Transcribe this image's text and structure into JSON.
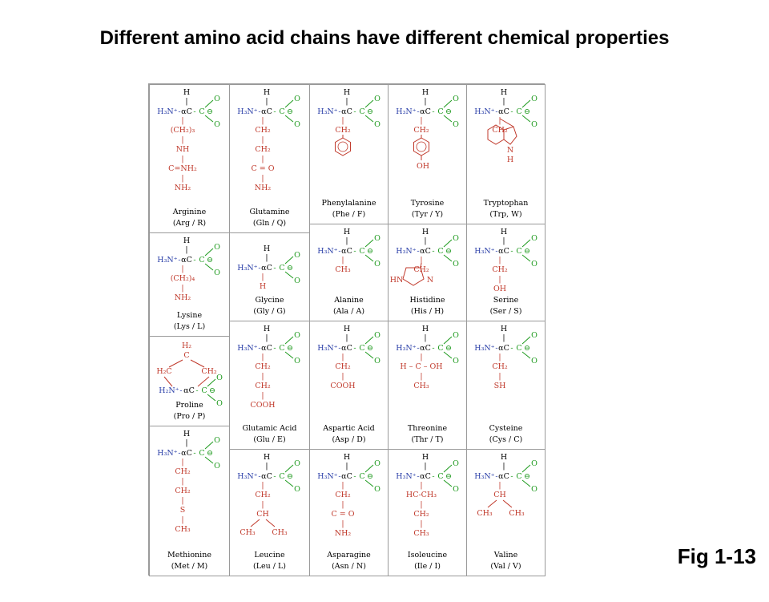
{
  "title": "Different amino acid chains have different chemical properties",
  "figure_label": "Fig 1-13",
  "backbone": {
    "h": "H",
    "bar": "|",
    "n": "H₃N⁺",
    "sep": " - ",
    "ca": "αC",
    "c": "C",
    "o": "O",
    "minus": "⊖"
  },
  "amino_acids": [
    {
      "name": "Arginine",
      "abbr": "(Arg / R)",
      "side": [
        "(CH₂)₃",
        "NH",
        "C=NH₂",
        "NH₂"
      ]
    },
    {
      "name": "Glutamine",
      "abbr": "(Gln / Q)",
      "side": [
        "CH₂",
        "CH₂",
        "C = O",
        "NH₂"
      ]
    },
    {
      "name": "Phenylalanine",
      "abbr": "(Phe / F)",
      "side": [
        "CH₂"
      ],
      "ring": "benzene"
    },
    {
      "name": "Tyrosine",
      "abbr": "(Tyr / Y)",
      "side": [
        "CH₂"
      ],
      "ring": "phenol",
      "ring_label": "OH"
    },
    {
      "name": "Tryptophan",
      "abbr": "(Trp, W)",
      "side": [
        "CH₂"
      ],
      "ring": "indole",
      "ring_label": "N",
      "ring_label2": "H"
    },
    {
      "name": "Lysine",
      "abbr": "(Lys / L)",
      "side": [
        "(CH₂)₄",
        "NH₂"
      ]
    },
    {
      "name": "Glycine",
      "abbr": "(Gly / G)",
      "side": [
        "H"
      ]
    },
    {
      "name": "Alanine",
      "abbr": "(Ala / A)",
      "side": [
        "CH₃"
      ]
    },
    {
      "name": "Histidine",
      "abbr": "(His / H)",
      "side": [
        "CH₂"
      ],
      "ring": "imidazole",
      "ring_label": "N",
      "ring_label2": "HN"
    },
    {
      "name": "Serine",
      "abbr": "(Ser / S)",
      "side": [
        "CH₂",
        "OH"
      ]
    },
    {
      "name": "Proline",
      "abbr": "(Pro / P)",
      "proline": {
        "top": "H₂",
        "c": "C",
        "left": "H₂C",
        "right": "CH₂",
        "n": "H₂N⁺"
      }
    },
    {
      "name": "Glutamic Acid",
      "abbr": "(Glu / E)",
      "side": [
        "CH₂",
        "CH₂",
        "COOH"
      ]
    },
    {
      "name": "Aspartic Acid",
      "abbr": "(Asp / D)",
      "side": [
        "CH₂",
        "COOH"
      ]
    },
    {
      "name": "Threonine",
      "abbr": "(Thr / T)",
      "side": [
        "H – C – OH",
        "CH₃"
      ]
    },
    {
      "name": "Cysteine",
      "abbr": "(Cys / C)",
      "side": [
        "CH₂",
        "SH"
      ]
    },
    {
      "name": "Methionine",
      "abbr": "(Met / M)",
      "side": [
        "CH₂",
        "CH₂",
        "S",
        "CH₃"
      ]
    },
    {
      "name": "Leucine",
      "abbr": "(Leu / L)",
      "side": [
        "CH₂",
        "CH"
      ],
      "branch": [
        "CH₃",
        "CH₃"
      ]
    },
    {
      "name": "Asparagine",
      "abbr": "(Asn / N)",
      "side": [
        "CH₂",
        "C = O",
        "NH₂"
      ]
    },
    {
      "name": "Isoleucine",
      "abbr": "(Ile / I)",
      "side": [
        "HC-CH₃",
        "CH₂",
        "CH₃"
      ]
    },
    {
      "name": "Valine",
      "abbr": "(Val / V)",
      "side": [
        "CH"
      ],
      "branch": [
        "CH₃",
        "CH₃"
      ]
    }
  ]
}
